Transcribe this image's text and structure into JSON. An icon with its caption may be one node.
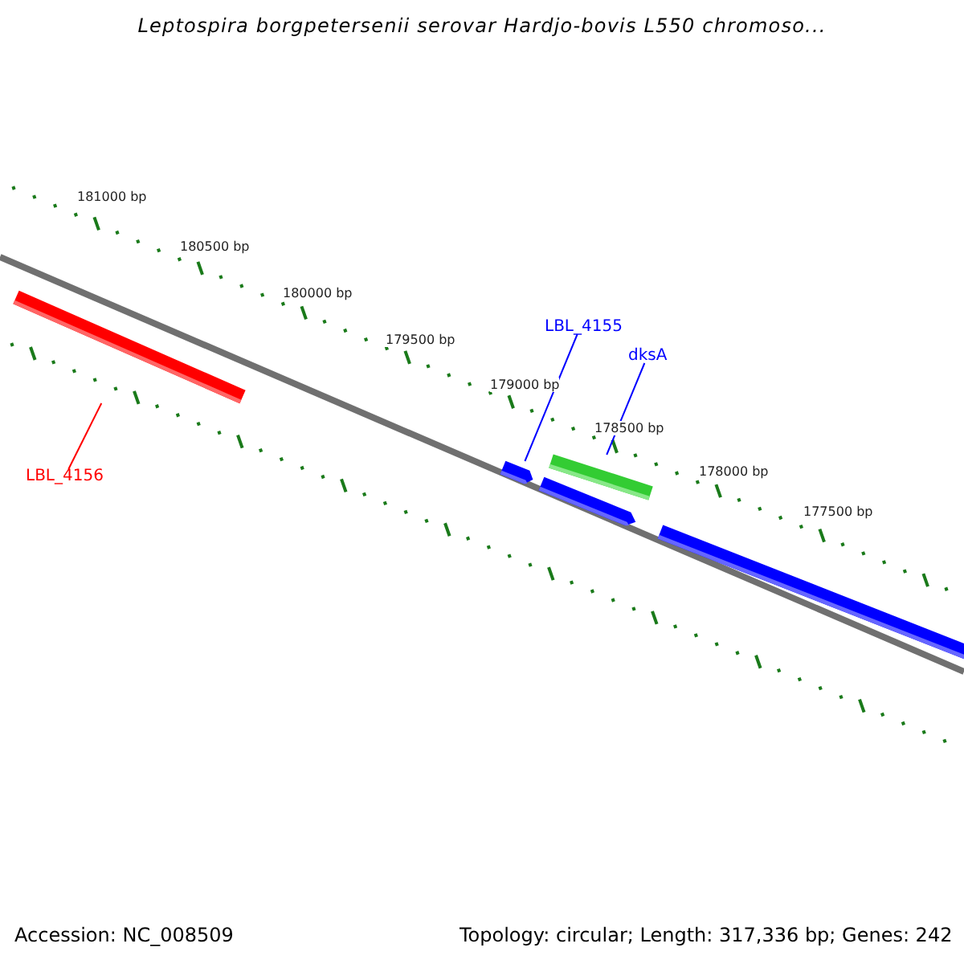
{
  "diagram": {
    "title": "Leptospira borgpetersenii serovar Hardjo-bovis L550 chromoso...",
    "nodes": [
      {
        "text": [
          "LBL_4155"
        ]
      },
      {
        "text": [
          "dksA"
        ]
      },
      {
        "text": [
          "LBL_4156"
        ]
      },
      {
        "text": [],
        "shape": "bar"
      },
      {
        "text": [],
        "shape": "arrow"
      },
      {
        "text": [],
        "shape": "bar"
      },
      {
        "text": [],
        "shape": "arrow"
      },
      {
        "text": [],
        "shape": "bar"
      }
    ],
    "edges": [
      {
        "from": 2,
        "to": 3,
        "arrow": "none",
        "color": "#ff0000"
      },
      {
        "from": 0,
        "to": 4,
        "arrow": "none"
      },
      {
        "from": 1,
        "to": 5,
        "arrow": "none"
      }
    ],
    "labels": [
      "181000 bp",
      "180500 bp",
      "180000 bp",
      "179500 bp",
      "179000 bp",
      "178500 bp",
      "178000 bp",
      "177500 bp",
      "Accession: NC_008509",
      "Topology: circular; Length: 317,336 bp; Genes: 242"
    ]
  }
}
